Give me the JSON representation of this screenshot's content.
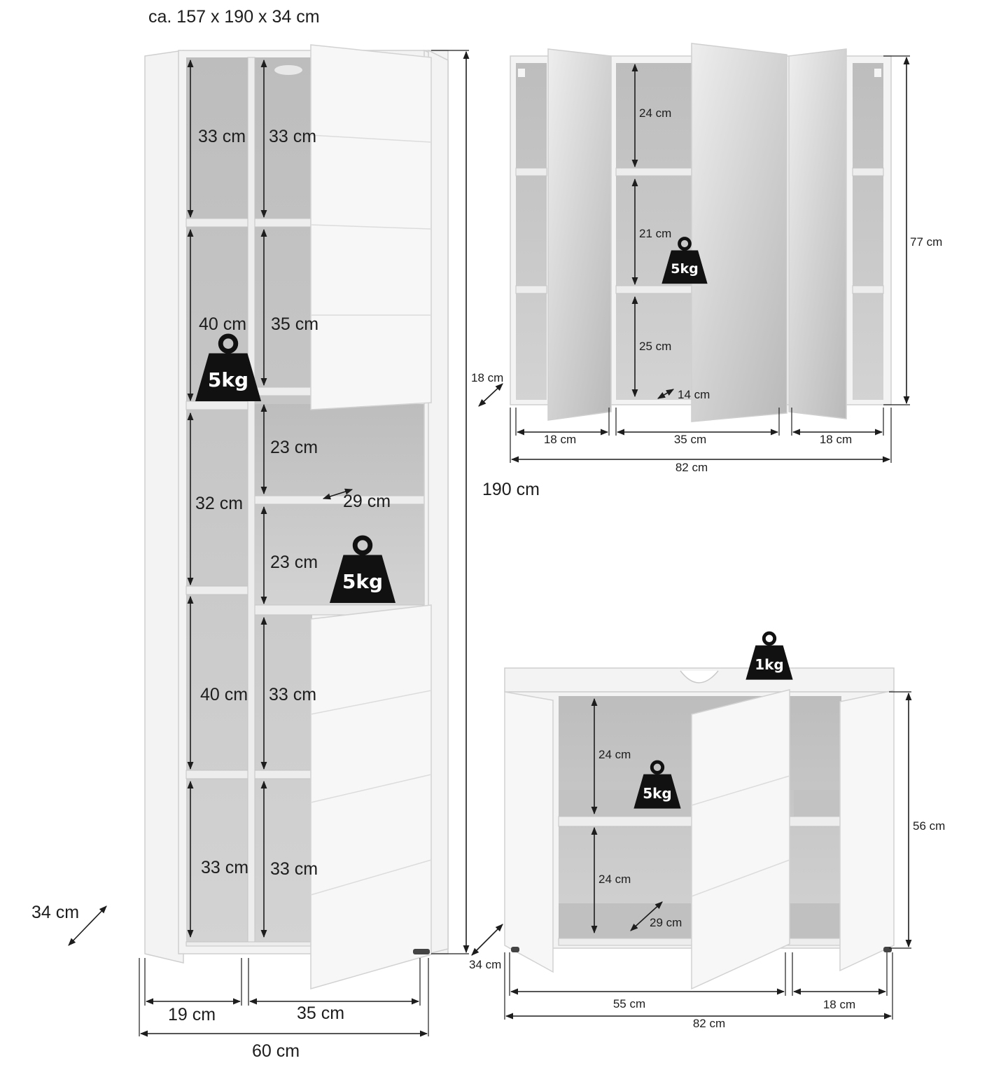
{
  "header": {
    "overall_size": "ca. 157 x 190 x 34 cm"
  },
  "tall_cabinet": {
    "height": "190 cm",
    "depth": "34 cm",
    "total_width": "60 cm",
    "left_width": "19 cm",
    "right_width": "35 cm",
    "left_compartments": [
      "33 cm",
      "40 cm",
      "32 cm",
      "40 cm",
      "33 cm"
    ],
    "right_compartments": [
      "33 cm",
      "35 cm",
      "23 cm",
      "23 cm",
      "33 cm",
      "33 cm"
    ],
    "shelf_depth": "29 cm",
    "weights": [
      "5kg",
      "5kg"
    ]
  },
  "mirror_cabinet": {
    "height": "77 cm",
    "depth": "18 cm",
    "total_width": "82 cm",
    "widths": [
      "18 cm",
      "35 cm",
      "18 cm"
    ],
    "compartments": [
      "24 cm",
      "21 cm",
      "25 cm"
    ],
    "shelf_depth": "14 cm",
    "weight": "5kg"
  },
  "vanity_cabinet": {
    "height": "56 cm",
    "depth": "34 cm",
    "total_width": "82 cm",
    "widths": [
      "55 cm",
      "18 cm"
    ],
    "compartments": [
      "24 cm",
      "24 cm"
    ],
    "shelf_depth": "29 cm",
    "weights": [
      "1kg",
      "5kg"
    ]
  }
}
